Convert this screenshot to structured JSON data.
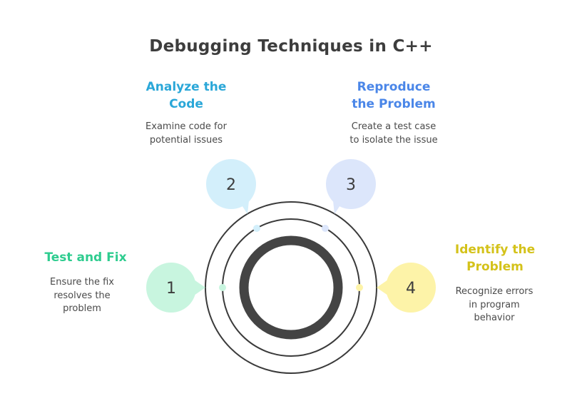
{
  "title": "Debugging Techniques in C++",
  "colors": {
    "step1": "#2ecc8f",
    "step2": "#2aa7d8",
    "step3": "#4a86e8",
    "step4": "#d4c21a",
    "step1_fill": "#c8f5df",
    "step2_fill": "#d3effb",
    "step3_fill": "#dce6fb",
    "step4_fill": "#fdf3a8",
    "ring": "#3a3a3a"
  },
  "steps": [
    {
      "number": "1",
      "title_lines": [
        "Test and Fix"
      ],
      "desc_lines": [
        "Ensure the fix",
        "resolves the",
        "problem"
      ]
    },
    {
      "number": "2",
      "title_lines": [
        "Analyze the",
        "Code"
      ],
      "desc_lines": [
        "Examine code for",
        "potential issues"
      ]
    },
    {
      "number": "3",
      "title_lines": [
        "Reproduce",
        "the Problem"
      ],
      "desc_lines": [
        "Create a test case",
        "to isolate the issue"
      ]
    },
    {
      "number": "4",
      "title_lines": [
        "Identify the",
        "Problem"
      ],
      "desc_lines": [
        "Recognize errors",
        "in program",
        "behavior"
      ]
    }
  ]
}
